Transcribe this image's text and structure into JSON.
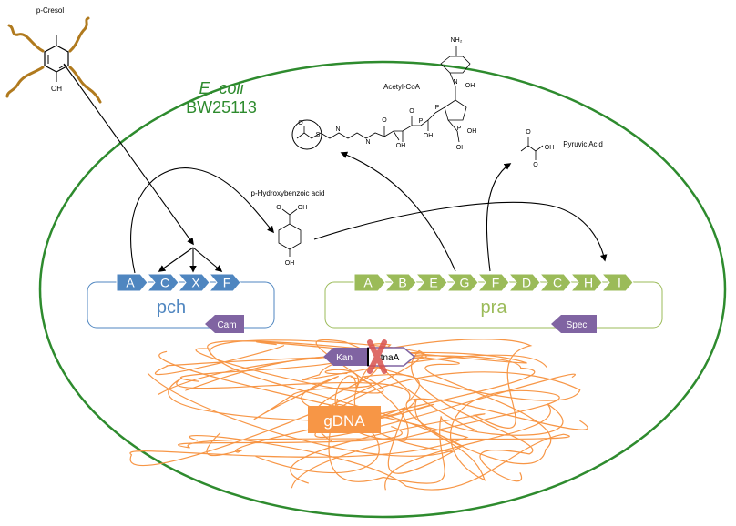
{
  "organism": {
    "species": "E. coli",
    "strain": "BW25113"
  },
  "compounds": {
    "p_cresol": "p-Cresol",
    "p_cresol_oh": "OH",
    "acetyl_coa": "Acetyl-CoA",
    "acetyl_coa_atoms": {
      "nh2": "NH₂",
      "n": "N",
      "o": "O",
      "oh": "OH",
      "p": "P",
      "s": "S"
    },
    "pyruvic_acid": "Pyruvic Acid",
    "pyruvic_atoms": {
      "o": "O",
      "oh": "OH"
    },
    "p_hydroxybenzoic": "p-Hydroxybenzoic acid",
    "phb_atoms": {
      "o": "O",
      "oh": "OH"
    }
  },
  "plasmids": {
    "pch": {
      "name": "pch",
      "genes": [
        "A",
        "C",
        "X",
        "F"
      ],
      "marker": "Cam"
    },
    "pra": {
      "name": "pra",
      "genes": [
        "A",
        "B",
        "E",
        "G",
        "F",
        "D",
        "C",
        "H",
        "I"
      ],
      "marker": "Spec"
    }
  },
  "genome": {
    "label": "gDNA",
    "knockout_marker": "Kan",
    "knockout_gene": "tnaA"
  },
  "colors": {
    "cell_membrane": "#2e8b2e",
    "pch_gene": "#4f86c0",
    "pra_gene": "#9bbb59",
    "marker": "#8064a2",
    "gdna": "#f79646",
    "knockout_x": "#d9534f",
    "cresol_tail": "#b07a1e"
  }
}
